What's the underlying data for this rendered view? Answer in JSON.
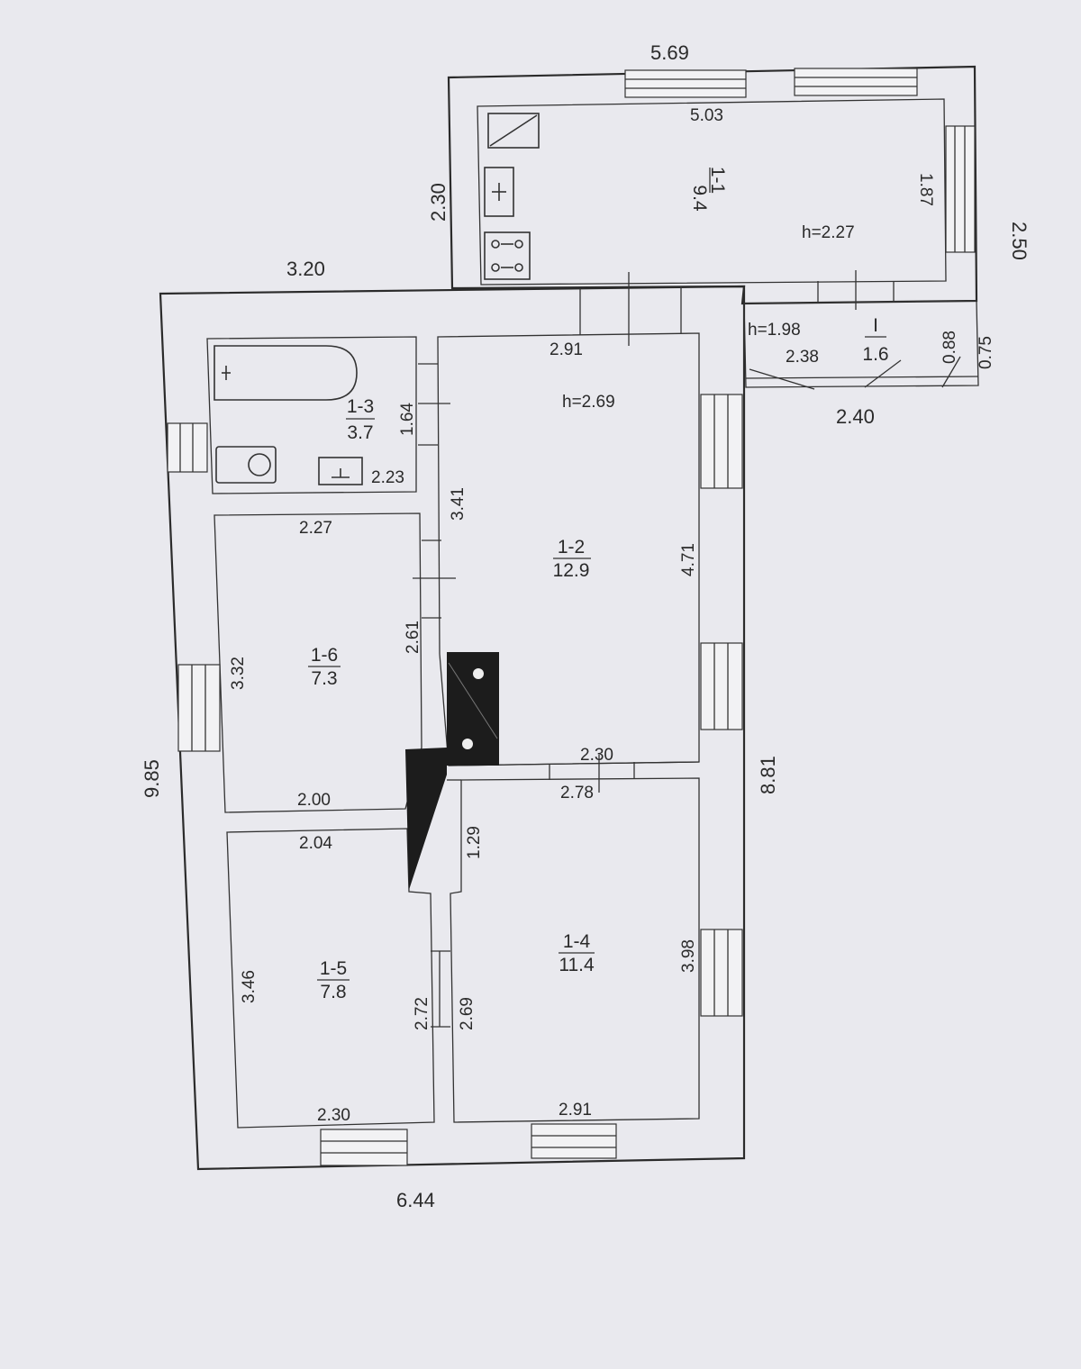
{
  "plan": {
    "overall_dims": {
      "annex_top_width": "5.69",
      "annex_height": "2.30",
      "house_top_left_width": "3.20",
      "house_left_height": "9.85",
      "house_bottom_width": "6.44",
      "house_right_height": "8.81",
      "annex_right_height": "2.50"
    },
    "rooms": [
      {
        "id": "1-1",
        "area": "9.4",
        "height": "h=2.27",
        "dims": [
          "5.03",
          "1.87"
        ]
      },
      {
        "id": "1-2",
        "area": "12.9",
        "height": "h=2.69",
        "dims": [
          "2.91",
          "3.41",
          "4.71",
          "2.30"
        ]
      },
      {
        "id": "1-3",
        "area": "3.7",
        "dims": [
          "1.64",
          "2.23"
        ]
      },
      {
        "id": "1-4",
        "area": "11.4",
        "dims": [
          "2.78",
          "3.98",
          "2.91",
          "2.69",
          "1.29"
        ]
      },
      {
        "id": "1-5",
        "area": "7.8",
        "dims": [
          "2.04",
          "3.46",
          "2.30",
          "2.72"
        ]
      },
      {
        "id": "1-6",
        "area": "7.3",
        "dims": [
          "2.27",
          "3.32",
          "2.61",
          "2.00"
        ]
      },
      {
        "id": "I",
        "area": "1.6",
        "height": "h=1.98",
        "dims": [
          "2.38",
          "0.88",
          "0.75",
          "2.40"
        ]
      }
    ]
  }
}
